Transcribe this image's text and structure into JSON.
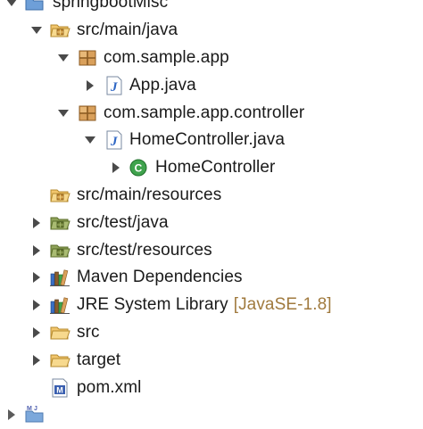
{
  "tree": {
    "project": {
      "label": "springbootMisc",
      "icon": "maven-project-icon"
    },
    "nodes": [
      {
        "id": "src-main-java",
        "label": "src/main/java",
        "icon": "source-folder-icon"
      },
      {
        "id": "pkg-app",
        "label": "com.sample.app",
        "icon": "package-icon"
      },
      {
        "id": "app-java",
        "label": "App.java",
        "icon": "java-file-icon"
      },
      {
        "id": "pkg-controller",
        "label": "com.sample.app.controller",
        "icon": "package-icon"
      },
      {
        "id": "homecontroller-java",
        "label": "HomeController.java",
        "icon": "java-file-icon"
      },
      {
        "id": "homecontroller-class",
        "label": "HomeController",
        "icon": "class-icon"
      },
      {
        "id": "src-main-resources",
        "label": "src/main/resources",
        "icon": "source-folder-icon"
      },
      {
        "id": "src-test-java",
        "label": "src/test/java",
        "icon": "test-source-folder-icon"
      },
      {
        "id": "src-test-resources",
        "label": "src/test/resources",
        "icon": "test-source-folder-icon"
      },
      {
        "id": "maven-deps",
        "label": "Maven Dependencies",
        "icon": "library-icon"
      },
      {
        "id": "jre-lib",
        "label": "JRE System Library",
        "decoration": "[JavaSE-1.8]",
        "icon": "library-icon"
      },
      {
        "id": "src",
        "label": "src",
        "icon": "folder-icon"
      },
      {
        "id": "target",
        "label": "target",
        "icon": "folder-icon"
      },
      {
        "id": "pom-xml",
        "label": "pom.xml",
        "icon": "maven-pom-icon"
      }
    ]
  }
}
